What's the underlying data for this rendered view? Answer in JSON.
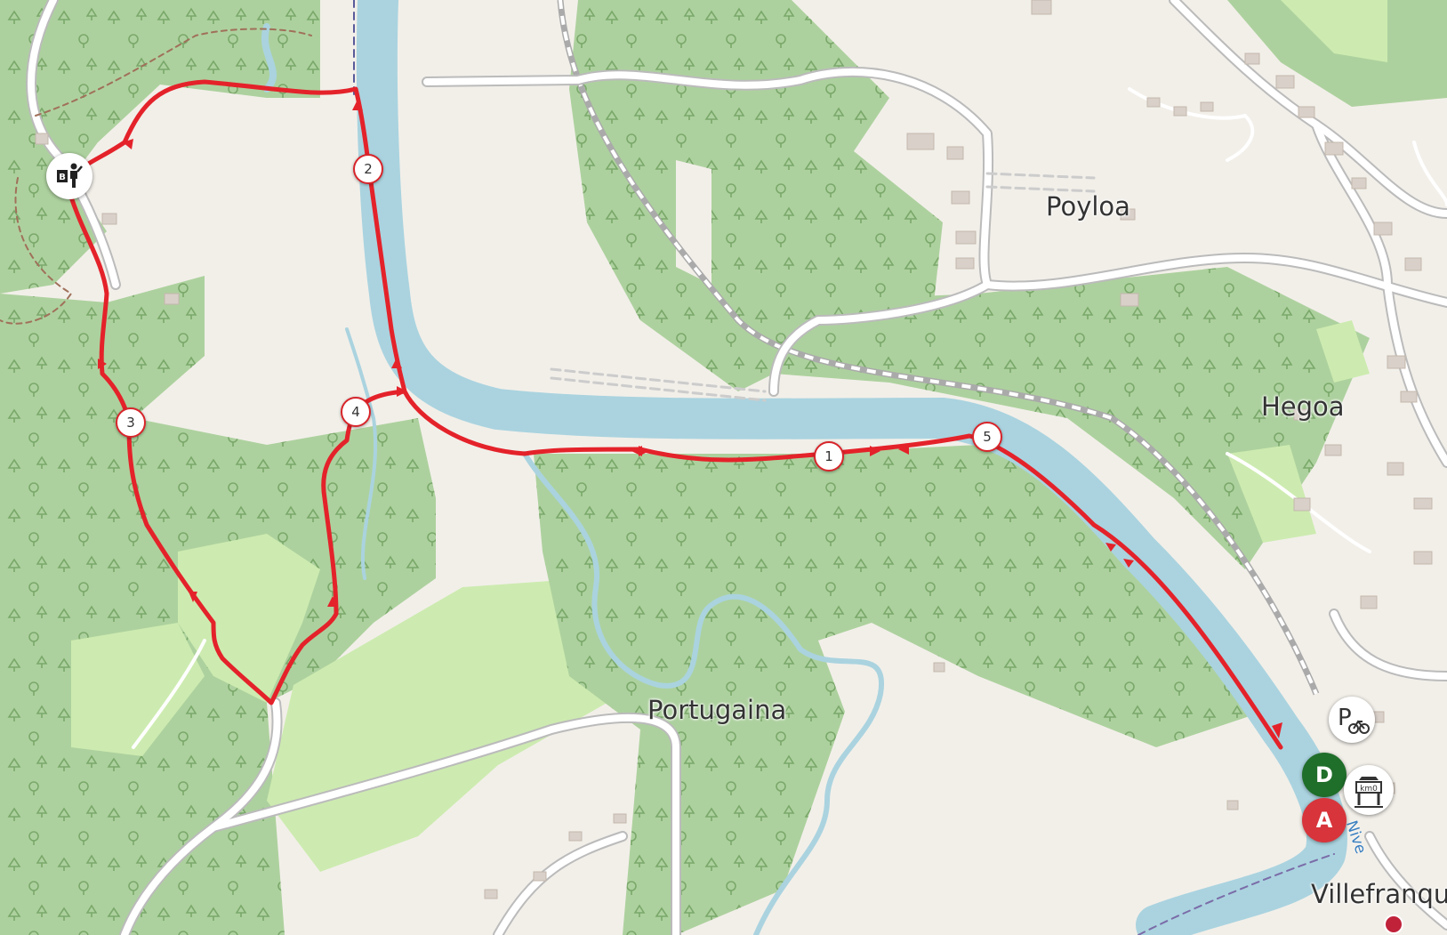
{
  "places": [
    {
      "id": "poyloa",
      "label": "Poyloa"
    },
    {
      "id": "hegoa",
      "label": "Hegoa"
    },
    {
      "id": "portugaina",
      "label": "Portugaina"
    },
    {
      "id": "villefranque",
      "label": "Villefranqu"
    }
  ],
  "river": {
    "label": "Nive"
  },
  "waypoints": [
    {
      "id": "1",
      "label": "1"
    },
    {
      "id": "2",
      "label": "2"
    },
    {
      "id": "3",
      "label": "3"
    },
    {
      "id": "4",
      "label": "4"
    },
    {
      "id": "5",
      "label": "5"
    }
  ],
  "route_markers": {
    "departure": {
      "label": "D",
      "color": "#1f6e2a"
    },
    "arrival": {
      "label": "A",
      "color": "#d8343b"
    }
  },
  "pois": {
    "viewpoint": {
      "icon": "viewpoint-person-icon",
      "letter": "B"
    },
    "bike_parking": {
      "icon": "bike-parking-icon",
      "letter": "P"
    },
    "km0_sign": {
      "icon": "km0-signpost-icon",
      "text": "km0"
    }
  },
  "colors": {
    "route": "#e4222a",
    "water": "#aad3df",
    "forest": "#add19e",
    "grass": "#cdebb0",
    "land": "#f2efe9",
    "road": "#ffffff"
  }
}
